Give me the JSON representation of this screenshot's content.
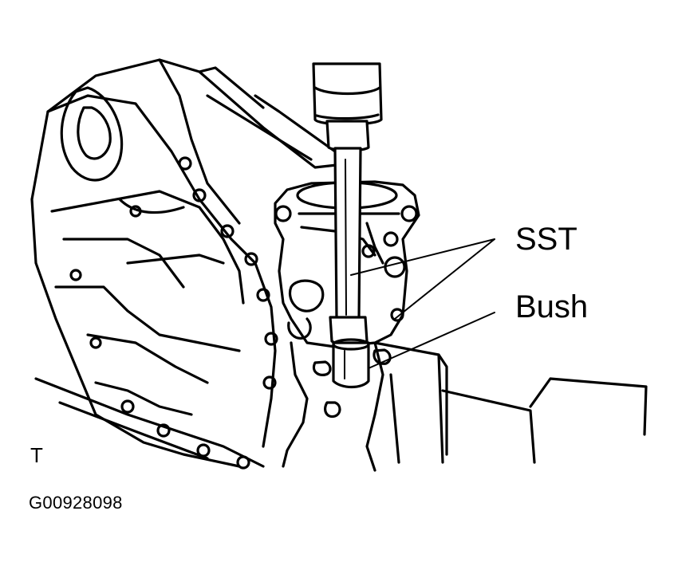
{
  "labels": {
    "sst": "SST",
    "bush": "Bush",
    "view_mark": "T",
    "figure_code": "G00928098"
  },
  "colors": {
    "line": "#000000",
    "background": "#ffffff"
  }
}
